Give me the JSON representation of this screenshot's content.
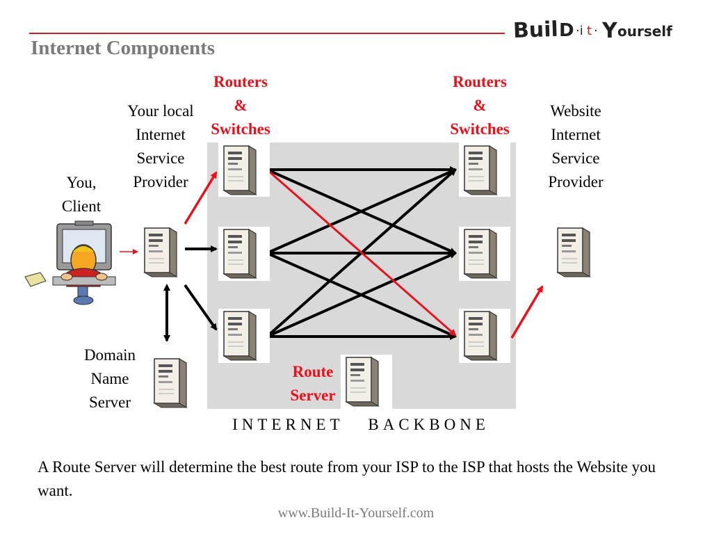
{
  "slide": {
    "title": "Internet Components",
    "logo_text": "Build-it-Yourself",
    "footer": "www.Build-It-Yourself.com",
    "caption": "A Route Server will determine the best route from your ISP to the ISP that hosts the Website you want."
  },
  "labels": {
    "routers_left": [
      "Routers",
      "&",
      "Switches"
    ],
    "routers_right": [
      "Routers",
      "&",
      "Switches"
    ],
    "local_isp": [
      "Your local",
      "Internet",
      "Service",
      "Provider"
    ],
    "you_client": [
      "You,",
      "Client"
    ],
    "website_isp": [
      "Website",
      "Internet",
      "Service",
      "Provider"
    ],
    "dns": [
      "Domain",
      "Name",
      "Server"
    ],
    "route_server": [
      "Route",
      "Server"
    ],
    "backbone": "INTERNET   BACKBONE"
  },
  "colors": {
    "accent_red": "#e8111b",
    "header_line": "#cc1f1f",
    "title_gray": "#7a7a7a",
    "backbone_gray": "#d9d9d9"
  },
  "icons": {
    "server": "server-tower-icon",
    "client": "user-at-computer-icon"
  }
}
